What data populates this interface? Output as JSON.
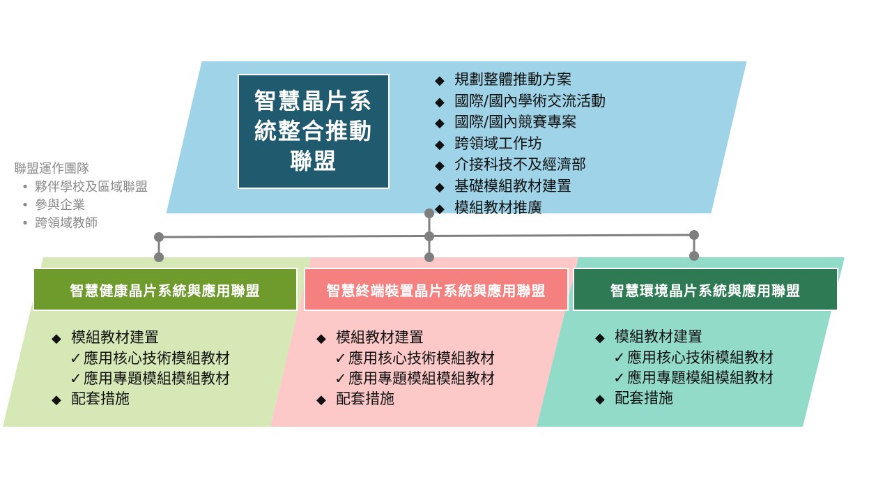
{
  "main": {
    "title": "智慧晶片系統整合推動聯盟",
    "items": [
      "規劃整體推動方案",
      "國際/國內學術交流活動",
      "國際/國內競賽專案",
      "跨領域工作坊",
      "介接科技不及經濟部",
      "基礎模組教材建置",
      "模組教材推廣"
    ]
  },
  "team": {
    "title": "聯盟運作團隊",
    "members": [
      "夥伴學校及區域聯盟",
      "參與企業",
      "跨領域教師"
    ]
  },
  "alliances": [
    {
      "title": "智慧健康晶片系統與應用聯盟",
      "item1": "模組教材建置",
      "sub1": "應用核心技術模組教材",
      "sub2": "應用專題模組模組教材",
      "item2": "配套措施"
    },
    {
      "title": "智慧終端裝置晶片系統與應用聯盟",
      "item1": "模組教材建置",
      "sub1": "應用核心技術模組教材",
      "sub2": "應用專題模組模組教材",
      "item2": "配套措施"
    },
    {
      "title": "智慧環境晶片系統與應用聯盟",
      "item1": "模組教材建置",
      "sub1": "應用核心技術模組教材",
      "sub2": "應用專題模組模組教材",
      "item2": "配套措施"
    }
  ],
  "symbols": {
    "diamond": "◆",
    "check": "✓",
    "bullet": "•"
  },
  "colors": {
    "top_band": "#9fd3e7",
    "title_box": "#1f5a6e",
    "band_health": "#d5e8b5",
    "band_terminal": "#fcc8c8",
    "band_environment": "#93dbc9",
    "title_health": "#6f9a2c",
    "title_terminal": "#f48080",
    "title_environment": "#2d7a55",
    "connector": "#7f7f7f"
  }
}
